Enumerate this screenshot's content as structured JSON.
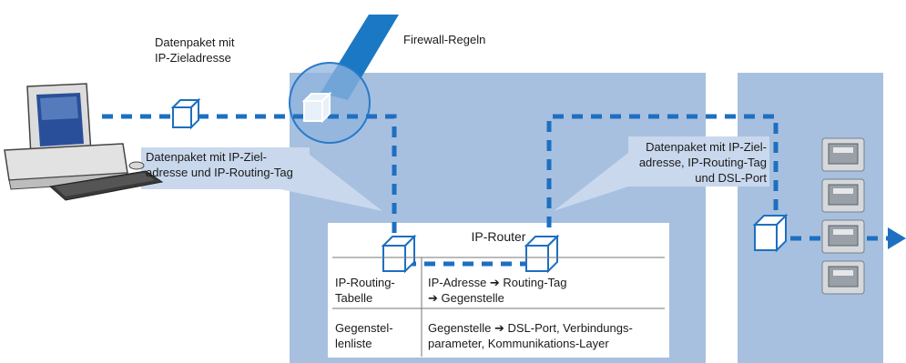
{
  "labels": {
    "packet_top": [
      "Datenpaket mit",
      "IP-Zieladresse"
    ],
    "firewall": "Firewall-Regeln",
    "packet_tag": [
      "Datenpaket mit IP-Ziel-",
      "adresse und IP-Routing-Tag"
    ],
    "packet_port": [
      "Datenpaket mit IP-Ziel-",
      "adresse, IP-Routing-Tag",
      "und DSL-Port"
    ]
  },
  "router": {
    "title": "IP-Router",
    "rows": [
      {
        "name": [
          "IP-Routing-",
          "Tabelle"
        ],
        "desc": [
          "IP-Adresse ➔ Routing-Tag",
          "➔ Gegenstelle"
        ]
      },
      {
        "name": [
          "Gegenstel-",
          "lenliste"
        ],
        "desc": [
          "Gegenstelle ➔ DSL-Port, Verbindungs-",
          "parameter, Kommunikations-Layer"
        ]
      }
    ]
  },
  "colors": {
    "panel": "#a7c0df",
    "dash": "#1e6fc0",
    "beam": "#1b78c5",
    "cube": "#1e6fc0",
    "port": "#c8cbd0"
  }
}
